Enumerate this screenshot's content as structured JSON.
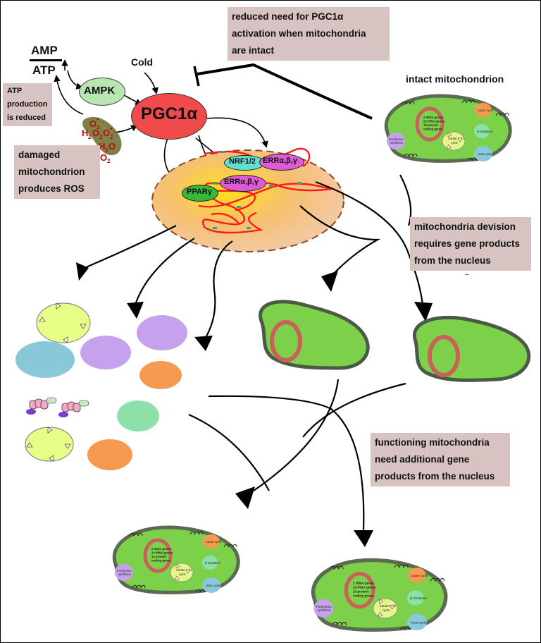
{
  "callouts": {
    "reduced_need": "reduced need for PGC1α\nactivation when mitochondria\nare intact",
    "atp_reduced": "ATP\nproduction\nis reduced",
    "damaged": "damaged\nmitochondrion\nproduces ROS",
    "division": "mitochondria devision\nrequires gene products\nfrom the nucleus",
    "functioning": "functioning mitochondria\nneed additional gene\nproducts from the nucleus"
  },
  "labels": {
    "amp": "AMP",
    "atp": "ATP",
    "ampk": "AMPK",
    "cold": "Cold",
    "pgc1a": "PGC1α",
    "intact": "intact mitochondrion",
    "nrf": "NRF1/2",
    "err": "ERRα,β,γ",
    "ppar": "PPARγ",
    "o2": "O",
    "h2o2": "H",
    "two": "2",
    "charge": "•",
    "dash": "–"
  },
  "organelle": {
    "genes": [
      "2 rRNA genes",
      "22 tRNA genes",
      "13 protein-",
      "coding genes"
    ],
    "lyase": "Lyase cycle",
    "boxid": "β-Oxidation",
    "urea": "Urea cycle",
    "porph": "Porphyrine synthesis",
    "citrate": "Citrate acid cycle"
  },
  "colors": {
    "pgc": "#f04a4a",
    "ampk": "#b7e6b0",
    "mito_fill": "#7cd04a",
    "mito_edge": "#5a6b52",
    "dna_ring": "#c9605a",
    "nucleus": "#f3c8a0",
    "nrf": "#5fe0d0",
    "err": "#e05ad8",
    "ppar": "#38b838",
    "citrate": "#e6f58a",
    "urea": "#88c8d8",
    "porph": "#c6a2ee",
    "lyase": "#f59a50",
    "boxid": "#8ce0a8",
    "callout": "#d8c3c3"
  }
}
